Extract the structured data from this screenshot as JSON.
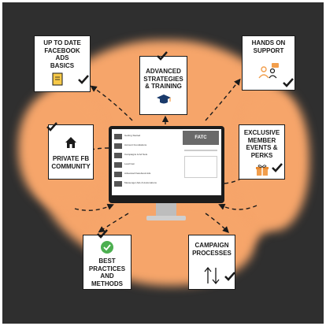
{
  "cards": {
    "ads_basics": {
      "label": "UP TO DATE\nFACEBOOK\nADS\nBASICS",
      "icon": "document-icon"
    },
    "advanced": {
      "label": "ADVANCED\nSTRATEGIES\n& TRAINING",
      "icon": "graduation-cap-icon"
    },
    "support": {
      "label": "HANDS ON\nSUPPORT",
      "icon": "people-chat-icon"
    },
    "community": {
      "label": "PRIVATE FB\nCOMMUNITY",
      "icon": "home-icon"
    },
    "events": {
      "label": "EXCLUSIVE\nMEMBER\nEVENTS &\nPERKS",
      "icon": "gift-icon"
    },
    "best_practices": {
      "label": "BEST\nPRACTICES\nAND\nMETHODS",
      "icon": "checkmark-circle-icon"
    },
    "campaign": {
      "label": "CAMPAIGN\nPROCESSES",
      "icon": "up-down-arrows-icon"
    }
  },
  "monitor": {
    "badge": "FATC",
    "lessons": [
      "Getting Started",
      "Account Foundations",
      "Campaigns & Ad Sets",
      "Lead Gen",
      "Advanced Facebook Ads",
      "Messenger Ads & Automations"
    ]
  },
  "colors": {
    "background": "#2f2f2f",
    "accent": "#f6a56a",
    "icon_accent": "#f29e4c"
  }
}
